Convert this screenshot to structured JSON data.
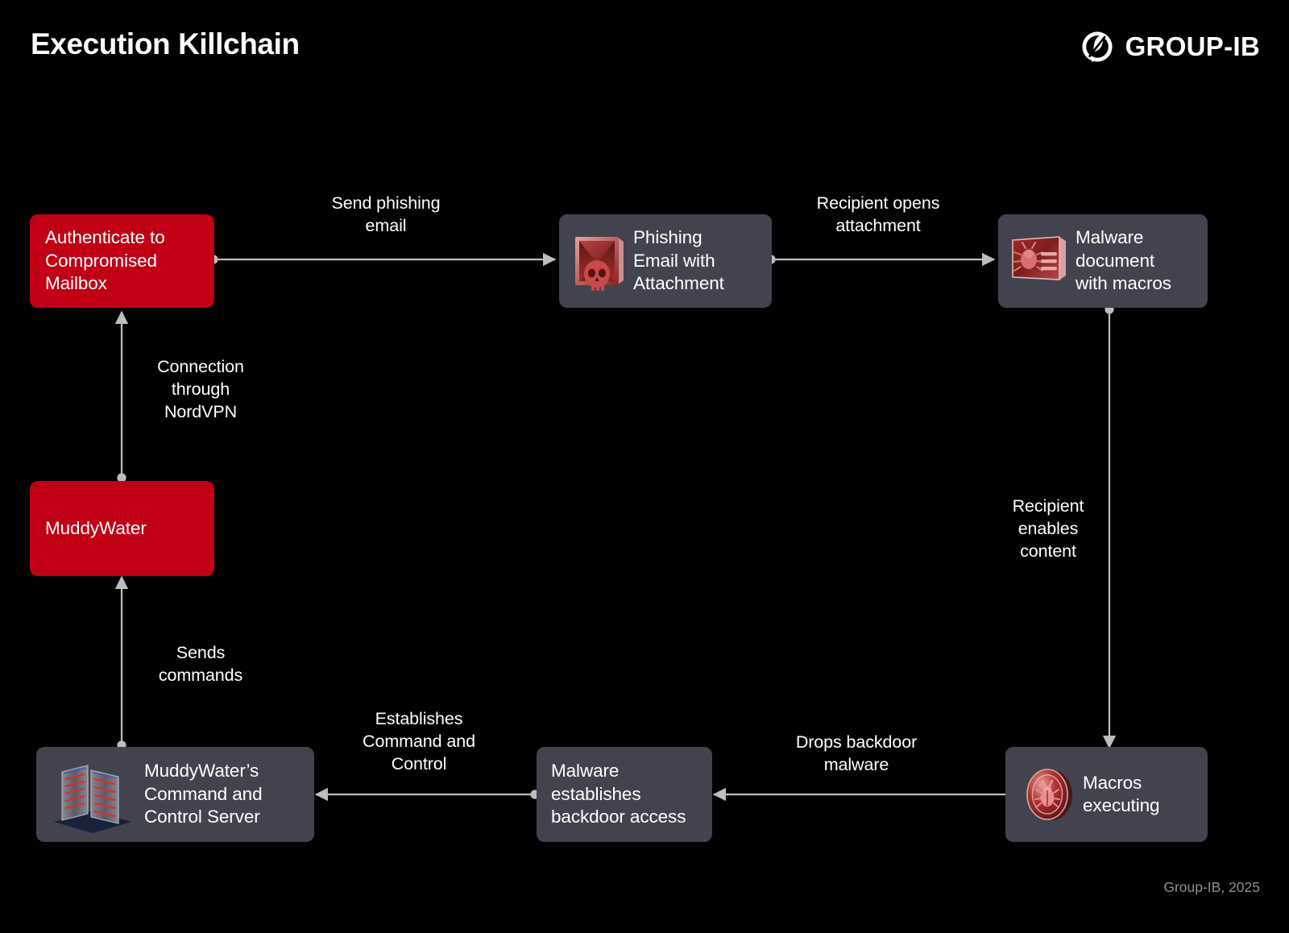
{
  "header": {
    "title": "Execution Killchain",
    "brand": "GROUP-IB",
    "brand_mark": "group-ib-logo-icon"
  },
  "footer": {
    "credit": "Group-IB, 2025"
  },
  "colors": {
    "background": "#000000",
    "node_dark": "#42434e",
    "node_red": "#c10016",
    "edge": "#bdbdbd",
    "text": "#ffffff",
    "footer_text": "#8b8b92"
  },
  "nodes": [
    {
      "id": "authenticate",
      "label": "Authenticate to\nCompromised\nMailbox",
      "style": "red",
      "icon": null
    },
    {
      "id": "muddywater",
      "label": "MuddyWater",
      "style": "red",
      "icon": null
    },
    {
      "id": "phishing",
      "label": "Phishing\nEmail with\nAttachment",
      "style": "dark",
      "icon": "phishing-envelope-skull-icon"
    },
    {
      "id": "maldoc",
      "label": "Malware\ndocument\nwith macros",
      "style": "dark",
      "icon": "malware-document-bug-icon"
    },
    {
      "id": "c2server",
      "label": "MuddyWater’s\nCommand and\nControl Server",
      "style": "dark",
      "icon": "server-rack-icon"
    },
    {
      "id": "backdoor",
      "label": "Malware\nestablishes\nbackdoor access",
      "style": "dark",
      "icon": null
    },
    {
      "id": "macros",
      "label": "Macros\nexecuting",
      "style": "dark",
      "icon": "macro-bug-badge-icon"
    }
  ],
  "edges": [
    {
      "id": "e1",
      "from": "authenticate",
      "to": "phishing",
      "label": "Send phishing\nemail"
    },
    {
      "id": "e2",
      "from": "phishing",
      "to": "maldoc",
      "label": "Recipient opens\nattachment"
    },
    {
      "id": "e3",
      "from": "muddywater",
      "to": "authenticate",
      "label": "Connection\nthrough\nNordVPN"
    },
    {
      "id": "e4",
      "from": "c2server",
      "to": "muddywater",
      "label": "Sends\ncommands"
    },
    {
      "id": "e5",
      "from": "maldoc",
      "to": "macros",
      "label": "Recipient\nenables\ncontent"
    },
    {
      "id": "e6",
      "from": "macros",
      "to": "backdoor",
      "label": "Drops backdoor\nmalware"
    },
    {
      "id": "e7",
      "from": "backdoor",
      "to": "c2server",
      "label": "Establishes\nCommand and\nControl"
    }
  ]
}
